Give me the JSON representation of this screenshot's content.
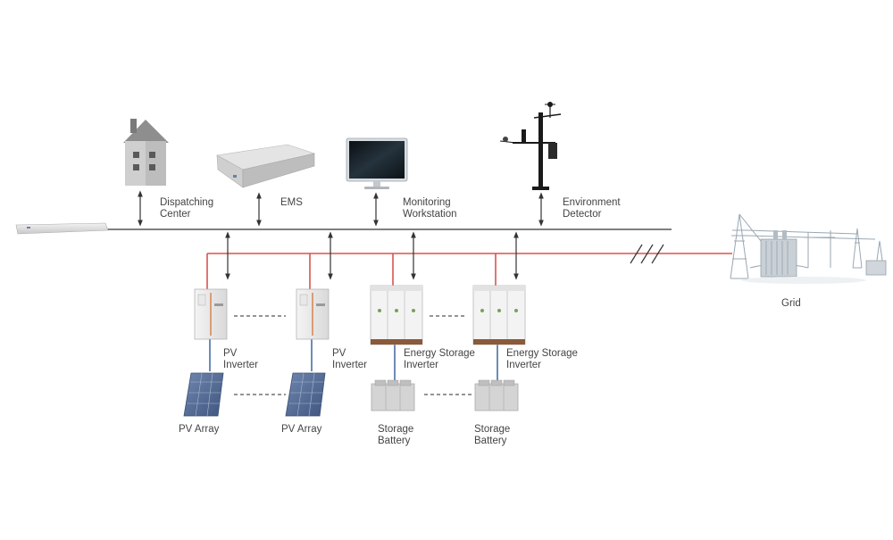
{
  "labels": {
    "dispatching_center": {
      "line1": "Dispatching",
      "line2": "Center"
    },
    "ems": {
      "line1": "EMS"
    },
    "monitoring_workstation": {
      "line1": "Monitoring",
      "line2": "Workstation"
    },
    "environment_detector": {
      "line1": "Environment",
      "line2": "Detector"
    },
    "grid": {
      "line1": "Grid"
    },
    "pv_inverter_1": {
      "line1": "PV",
      "line2": "Inverter"
    },
    "pv_inverter_2": {
      "line1": "PV",
      "line2": "Inverter"
    },
    "es_inverter_1": {
      "line1": "Energy Storage",
      "line2": "Inverter"
    },
    "es_inverter_2": {
      "line1": "Energy Storage",
      "line2": "Inverter"
    },
    "pv_array_1": {
      "line1": "PV Array"
    },
    "pv_array_2": {
      "line1": "PV Array"
    },
    "storage_battery_1": {
      "line1": "Storage",
      "line2": "Battery"
    },
    "storage_battery_2": {
      "line1": "Storage",
      "line2": "Battery"
    }
  },
  "colors": {
    "communication_bus": "#333333",
    "ac_power_line": "#d9534f",
    "dc_line": "#4a6fa5",
    "arrow": "#333333",
    "dashed_link": "#555555"
  }
}
